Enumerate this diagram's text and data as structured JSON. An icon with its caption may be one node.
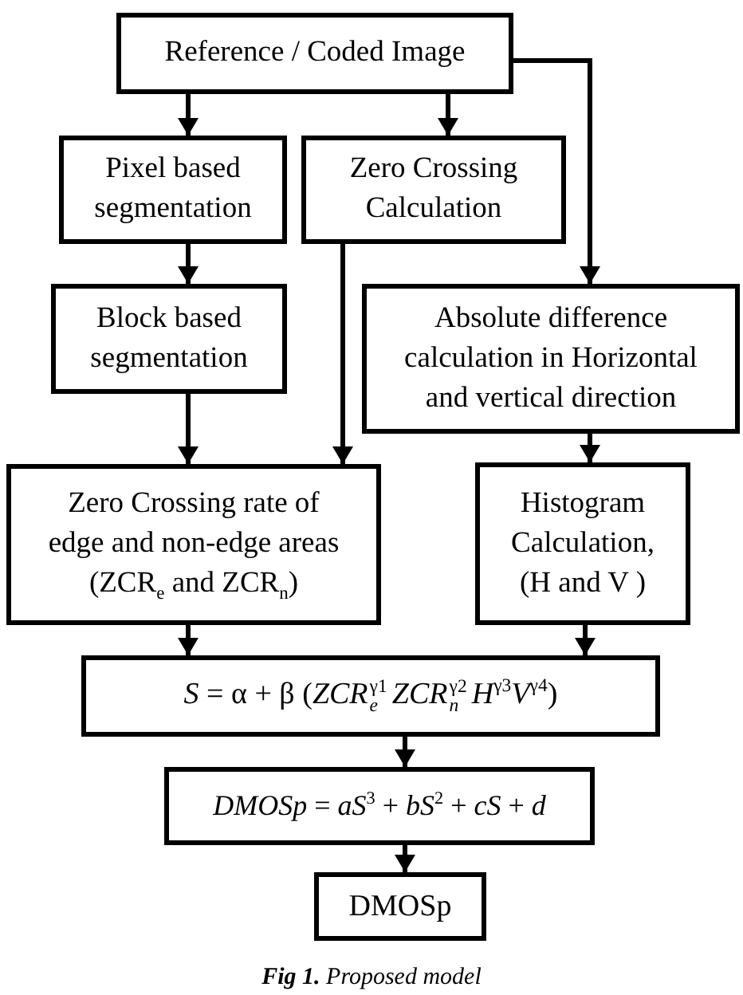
{
  "diagram": {
    "caption": "**Fig 1.** Proposed model",
    "nodes": [
      {
        "text": [
          "Reference / Coded Image"
        ]
      },
      {
        "text": [
          "Pixel based segmentation"
        ]
      },
      {
        "text": [
          "Zero Crossing Calculation"
        ]
      },
      {
        "text": [
          "Block based segmentation"
        ]
      },
      {
        "text": [
          "Absolute difference calculation in Horizontal and vertical direction"
        ]
      },
      {
        "text": [
          "Zero Crossing rate of edge and non-edge areas (ZCR$_{e}$ and ZCR$_{n}$)"
        ]
      },
      {
        "text": [
          "Histogram Calculation, (H and V )"
        ]
      },
      {
        "text": [
          "*S* = α + β (*ZCR*$_{e}$$^{γ1}$*ZCR*$_{n}$$^{γ2}$*H*$^{γ3}$*V*$^{γ4}$)"
        ]
      },
      {
        "text": [
          "*DMOSp* = *aS*$^{3}$ + *bS*$^{2}$ + *cS* + *d*"
        ]
      },
      {
        "text": [
          "DMOSp"
        ]
      }
    ],
    "edges": [
      {
        "from": 0,
        "to": 1,
        "arrow": "to"
      },
      {
        "from": 0,
        "to": 2,
        "arrow": "to"
      },
      {
        "from": 0,
        "to": 4,
        "arrow": "to"
      },
      {
        "from": 1,
        "to": 3,
        "arrow": "to"
      },
      {
        "from": 2,
        "to": 5,
        "arrow": "to"
      },
      {
        "from": 3,
        "to": 5,
        "arrow": "to"
      },
      {
        "from": 4,
        "to": 6,
        "arrow": "to"
      },
      {
        "from": 5,
        "to": 7,
        "arrow": "to"
      },
      {
        "from": 6,
        "to": 7,
        "arrow": "to"
      },
      {
        "from": 7,
        "to": 8,
        "arrow": "to"
      },
      {
        "from": 8,
        "to": 9,
        "arrow": "to"
      }
    ]
  }
}
